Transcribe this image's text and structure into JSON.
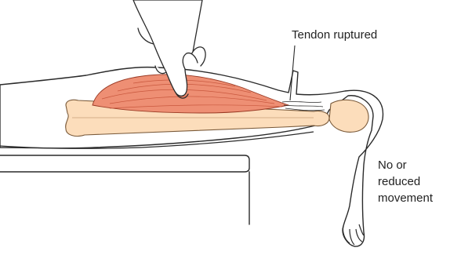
{
  "labels": {
    "tendon": "Tendon ruptured",
    "movement": [
      "No or",
      "reduced",
      "movement"
    ]
  },
  "colors": {
    "muscle": "#EE8F74",
    "muscle_fibre": "#C9583E",
    "bone": "#FCDDBB",
    "bone_outline": "#7A5A3A",
    "outline": "#2A2A2A",
    "skin": "#FFFFFF"
  },
  "icons": [
    "hand-icon",
    "leg-icon",
    "calf-muscle-icon",
    "tibia-bone-icon",
    "table-icon"
  ]
}
